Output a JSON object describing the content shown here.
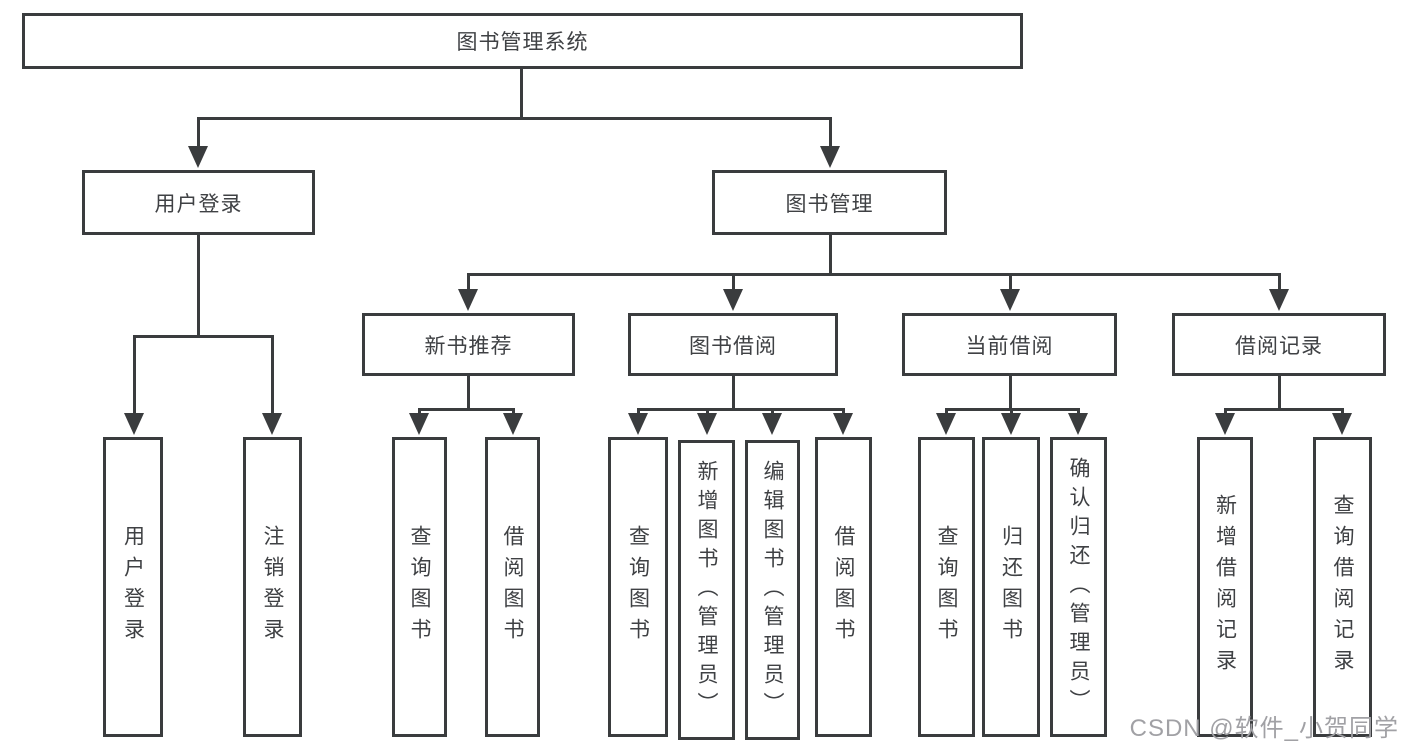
{
  "tree": {
    "root": {
      "label": "图书管理系统"
    },
    "branches": [
      {
        "label": "用户登录",
        "leaves": [
          "用户登录",
          "注销登录"
        ]
      },
      {
        "label": "图书管理",
        "groups": [
          {
            "label": "新书推荐",
            "leaves": [
              "查询图书",
              "借阅图书"
            ]
          },
          {
            "label": "图书借阅",
            "leaves": [
              "查询图书",
              "新增图书（管理员）",
              "编辑图书（管理员）",
              "借阅图书"
            ]
          },
          {
            "label": "当前借阅",
            "leaves": [
              "查询图书",
              "归还图书",
              "确认归还（管理员）"
            ]
          },
          {
            "label": "借阅记录",
            "leaves": [
              "新增借阅记录",
              "查询借阅记录"
            ]
          }
        ]
      }
    ]
  },
  "watermark": "CSDN @软件_小贺同学",
  "colors": {
    "line": "#3a3c3e",
    "text": "#3f4144",
    "background": "#ffffff",
    "watermark": "#a1a1a5"
  }
}
